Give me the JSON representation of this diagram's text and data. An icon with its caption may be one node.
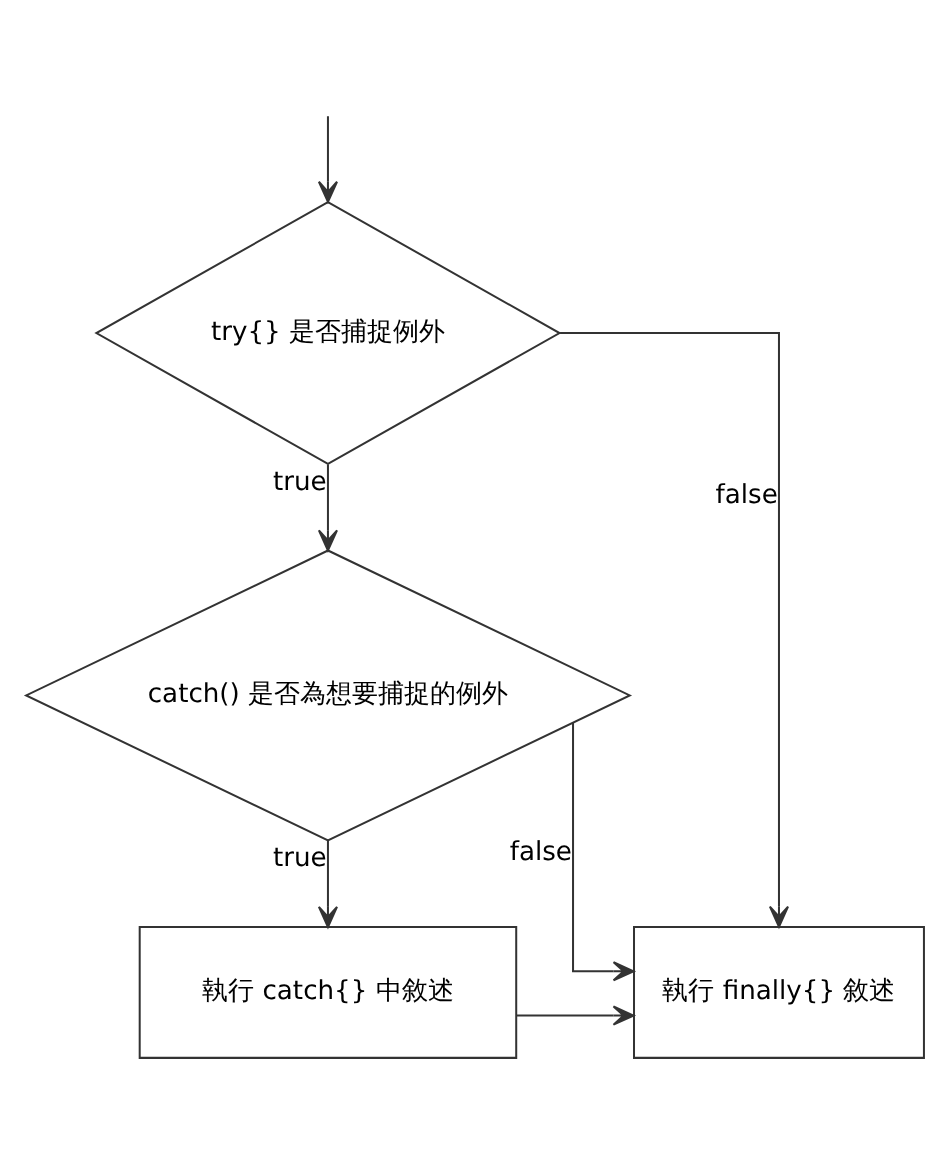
{
  "diagram": {
    "nodes": [
      {
        "text": [
          "try{} 是否捕捉例外"
        ]
      },
      {
        "text": [
          "catch() 是否為想要捕捉的例外"
        ]
      },
      {
        "text": [
          "執行 catch{} 中敘述"
        ]
      },
      {
        "text": [
          "執行 finally{} 敘述"
        ]
      }
    ],
    "edges": [
      {
        "from": null,
        "to": 0,
        "arrow": "to"
      },
      {
        "from": 0,
        "to": 1,
        "arrow": "to",
        "label": "true"
      },
      {
        "from": 0,
        "to": 3,
        "arrow": "to",
        "label": "false"
      },
      {
        "from": 1,
        "to": 2,
        "arrow": "to",
        "label": "true"
      },
      {
        "from": 1,
        "to": 3,
        "arrow": "to",
        "label": "false"
      },
      {
        "from": 2,
        "to": 3,
        "arrow": "to"
      }
    ]
  }
}
